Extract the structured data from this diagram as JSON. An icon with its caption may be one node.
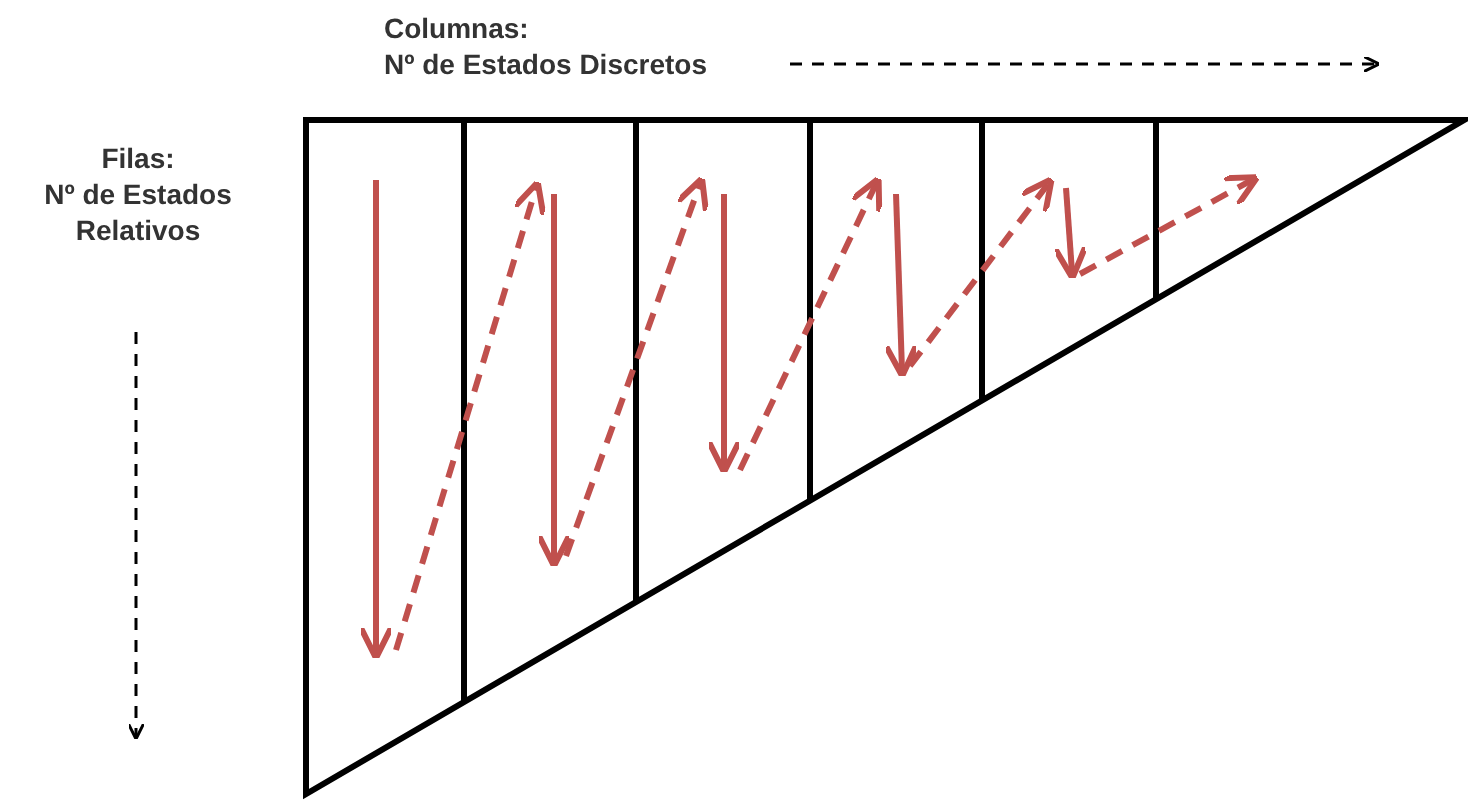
{
  "diagram": {
    "labels": [
      "Columnas:",
      "Nº de Estados Discretos",
      "Filas:",
      "Nº de Estados Relativos"
    ]
  }
}
